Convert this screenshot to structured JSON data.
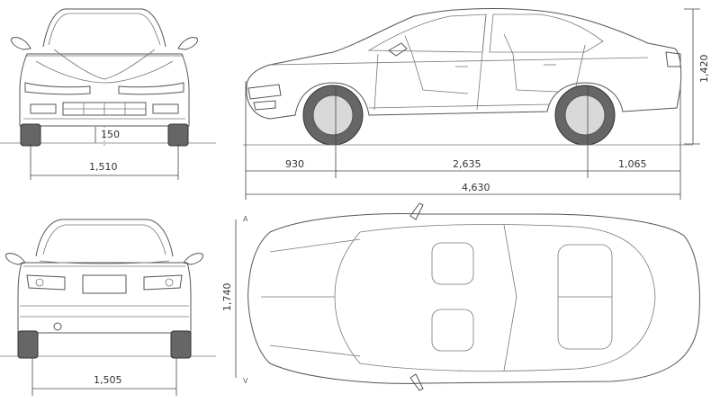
{
  "dimensions": {
    "ground_clearance": "150",
    "front_track": "1,510",
    "rear_track": "1,505",
    "front_overhang": "930",
    "wheelbase": "2,635",
    "rear_overhang": "1,065",
    "overall_length": "4,630",
    "overall_height": "1,420",
    "overall_width": "1,740"
  },
  "section_marks": {
    "top": "A",
    "bottom": "V"
  }
}
